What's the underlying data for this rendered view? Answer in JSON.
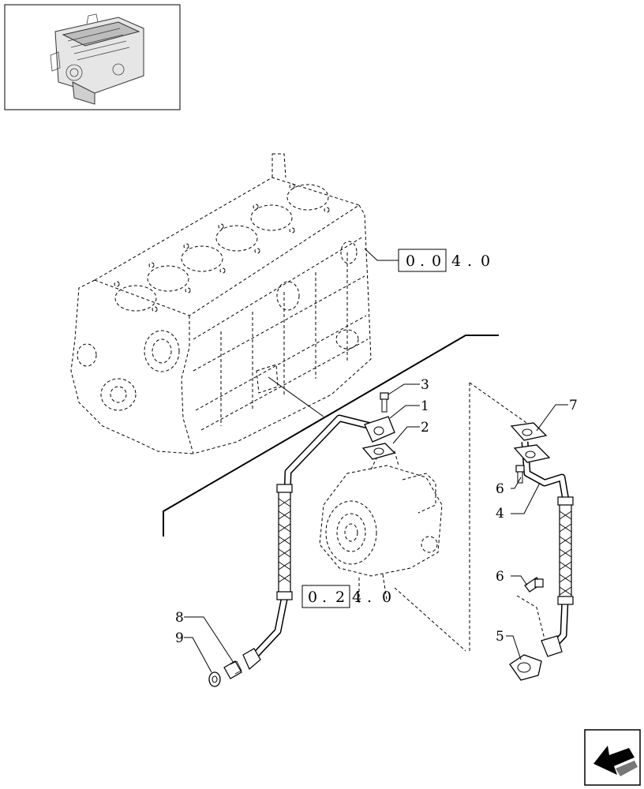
{
  "callouts": {
    "c1": "1",
    "c2": "2",
    "c3": "3",
    "c4": "4",
    "c5": "5",
    "c6a": "6",
    "c6b": "6",
    "c7": "7",
    "c8": "8",
    "c9": "9"
  },
  "refs": {
    "block": {
      "boxed": [
        "0",
        ".",
        "0"
      ],
      "rest": [
        "4",
        ".",
        "0"
      ]
    },
    "turbo": {
      "boxed": [
        "0",
        ".",
        "2"
      ],
      "rest": [
        "4",
        ".",
        "0"
      ]
    }
  },
  "icons": {
    "thumbnail": "engine-thumbnail-icon",
    "nav": "back-arrow-icon"
  }
}
